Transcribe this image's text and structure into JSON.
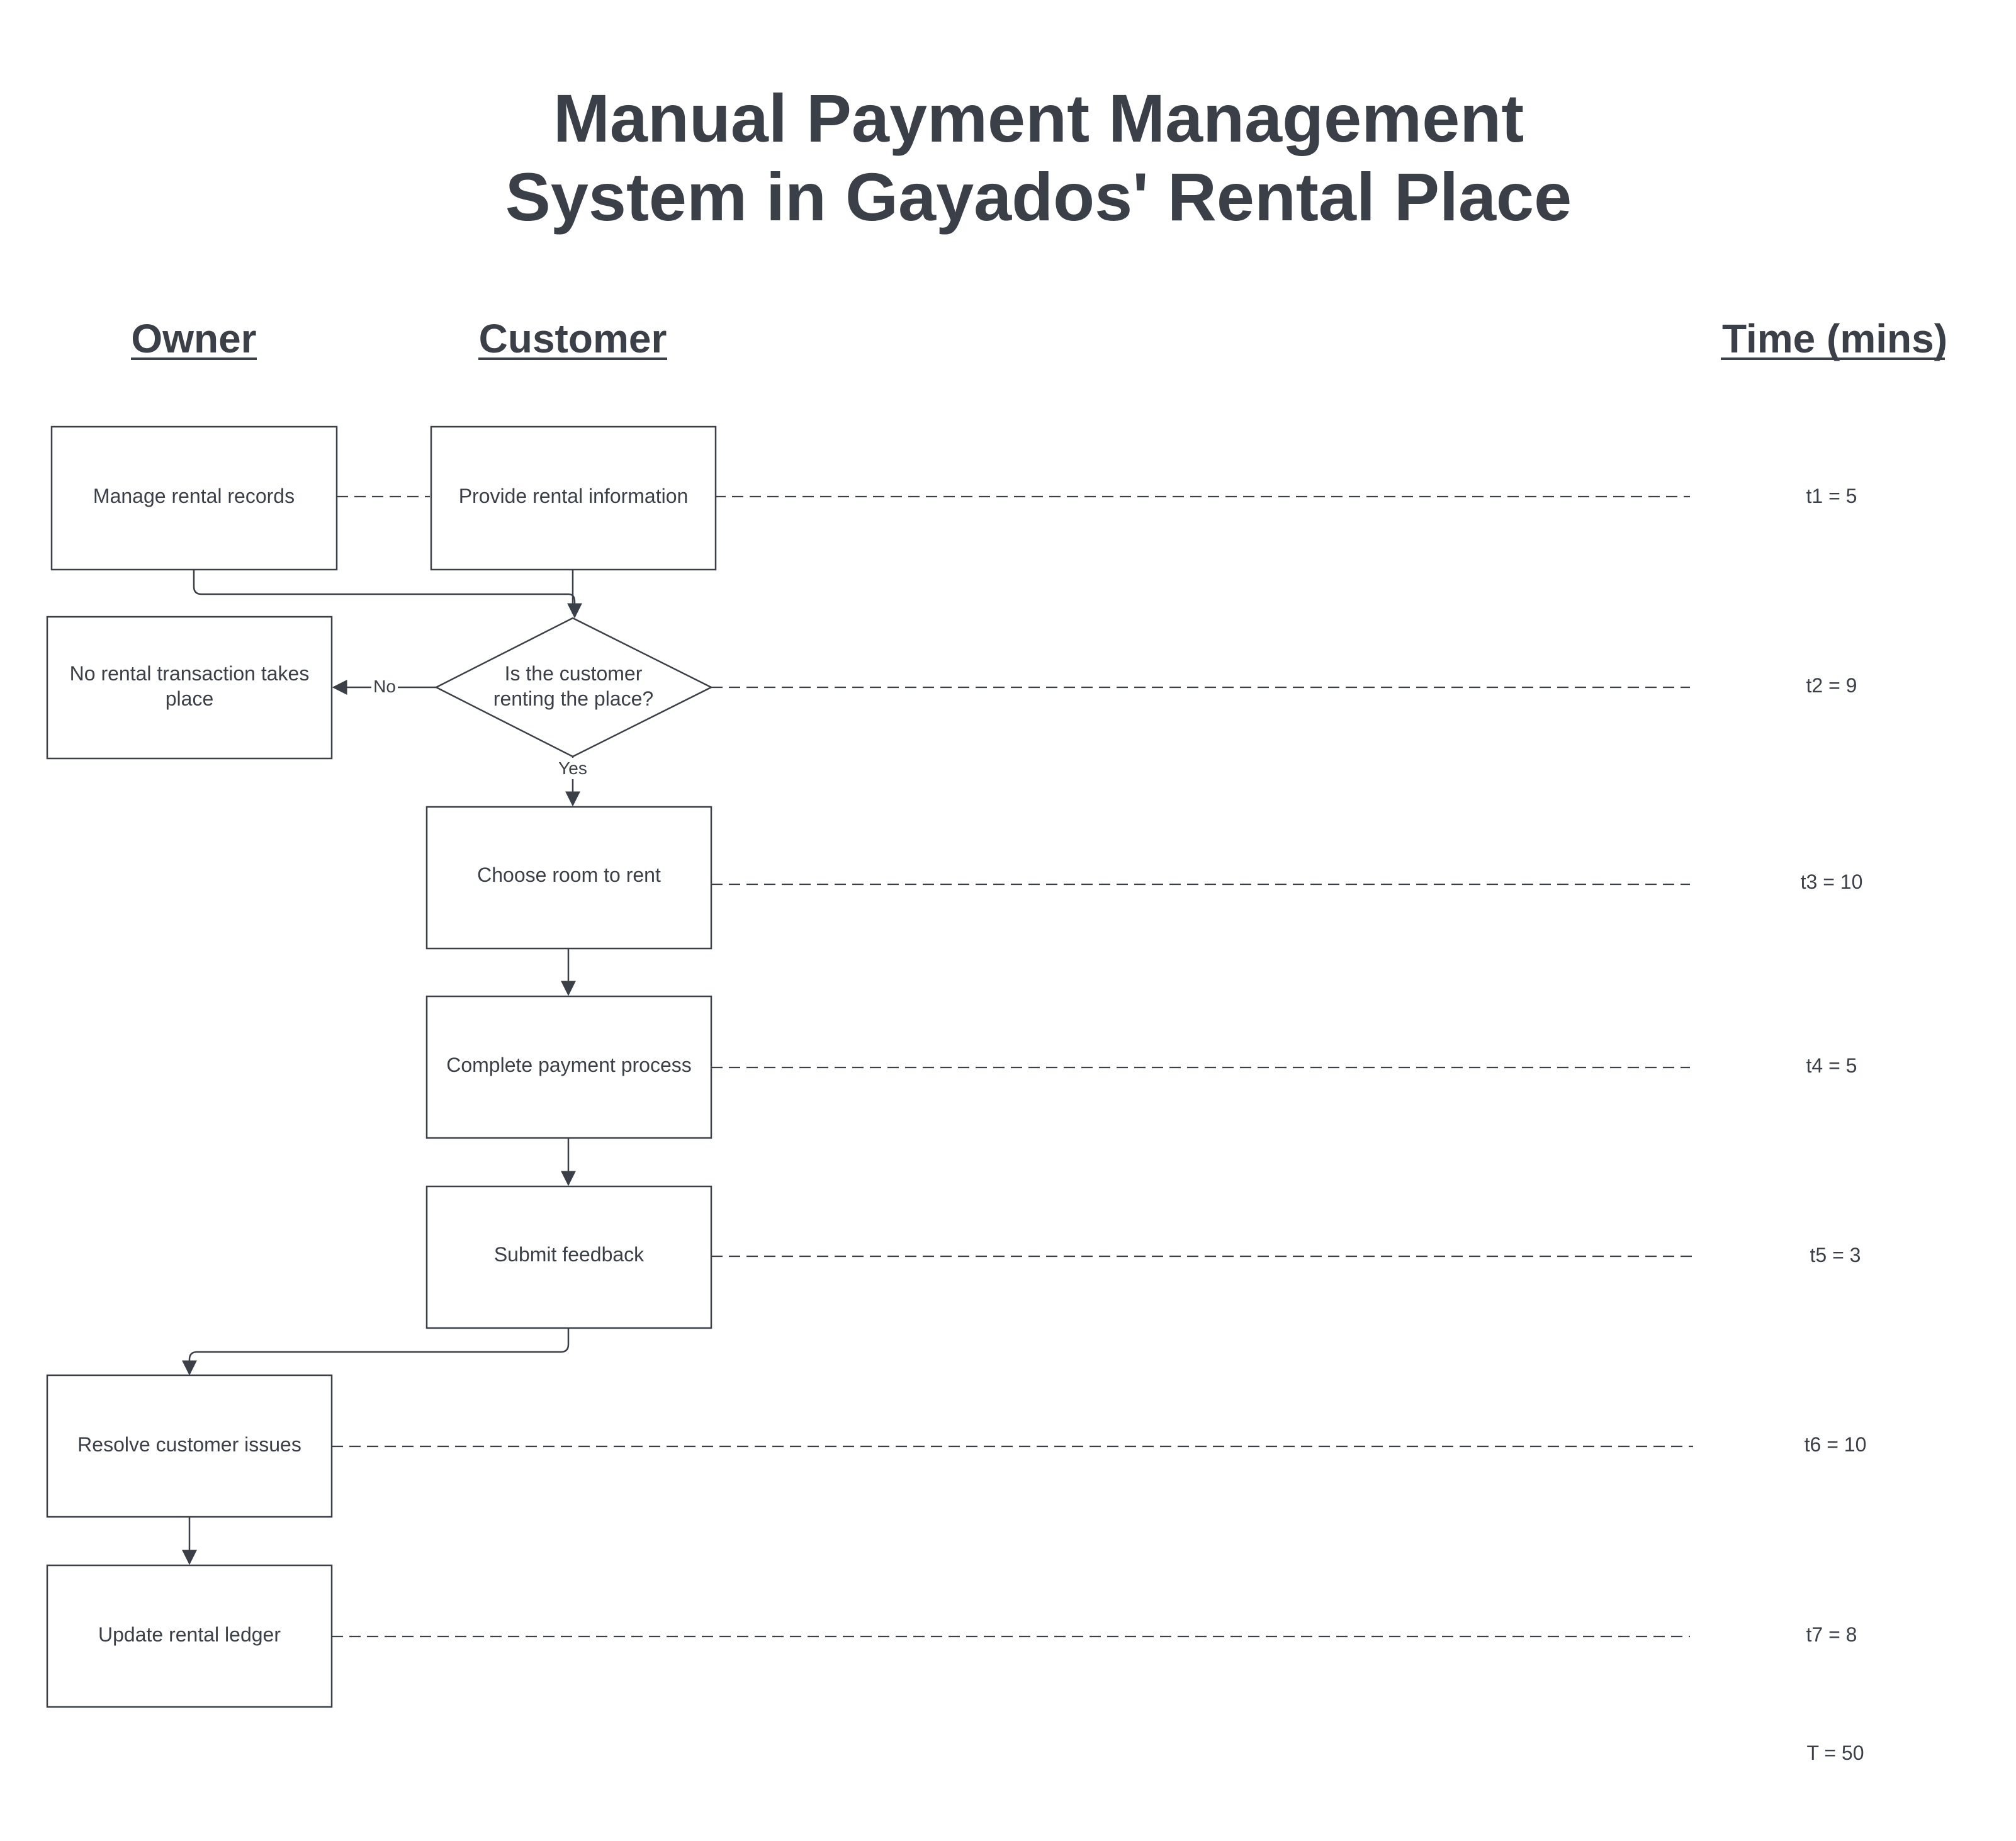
{
  "title": {
    "line1": "Manual Payment Management",
    "line2": "System in Gayados' Rental Place"
  },
  "lanes": {
    "owner": "Owner",
    "customer": "Customer",
    "time": "Time (mins)"
  },
  "nodes": {
    "manage_rental_records": "Manage rental records",
    "provide_rental_information": "Provide rental information",
    "no_rental_line1": "No rental transaction takes",
    "no_rental_line2": "place",
    "decision_line1": "Is the customer",
    "decision_line2": "renting the place?",
    "choose_room": "Choose room to rent",
    "complete_payment": "Complete payment process",
    "submit_feedback": "Submit feedback",
    "resolve_issues": "Resolve customer issues",
    "update_ledger": "Update rental ledger"
  },
  "edge_labels": {
    "no": "No",
    "yes": "Yes"
  },
  "times": {
    "t1": "t1 = 5",
    "t2": "t2 = 9",
    "t3": "t3 = 10",
    "t4": "t4 = 5",
    "t5": "t5 = 3",
    "t6": "t6 = 10",
    "t7": "t7 = 8",
    "total": "T = 50"
  }
}
